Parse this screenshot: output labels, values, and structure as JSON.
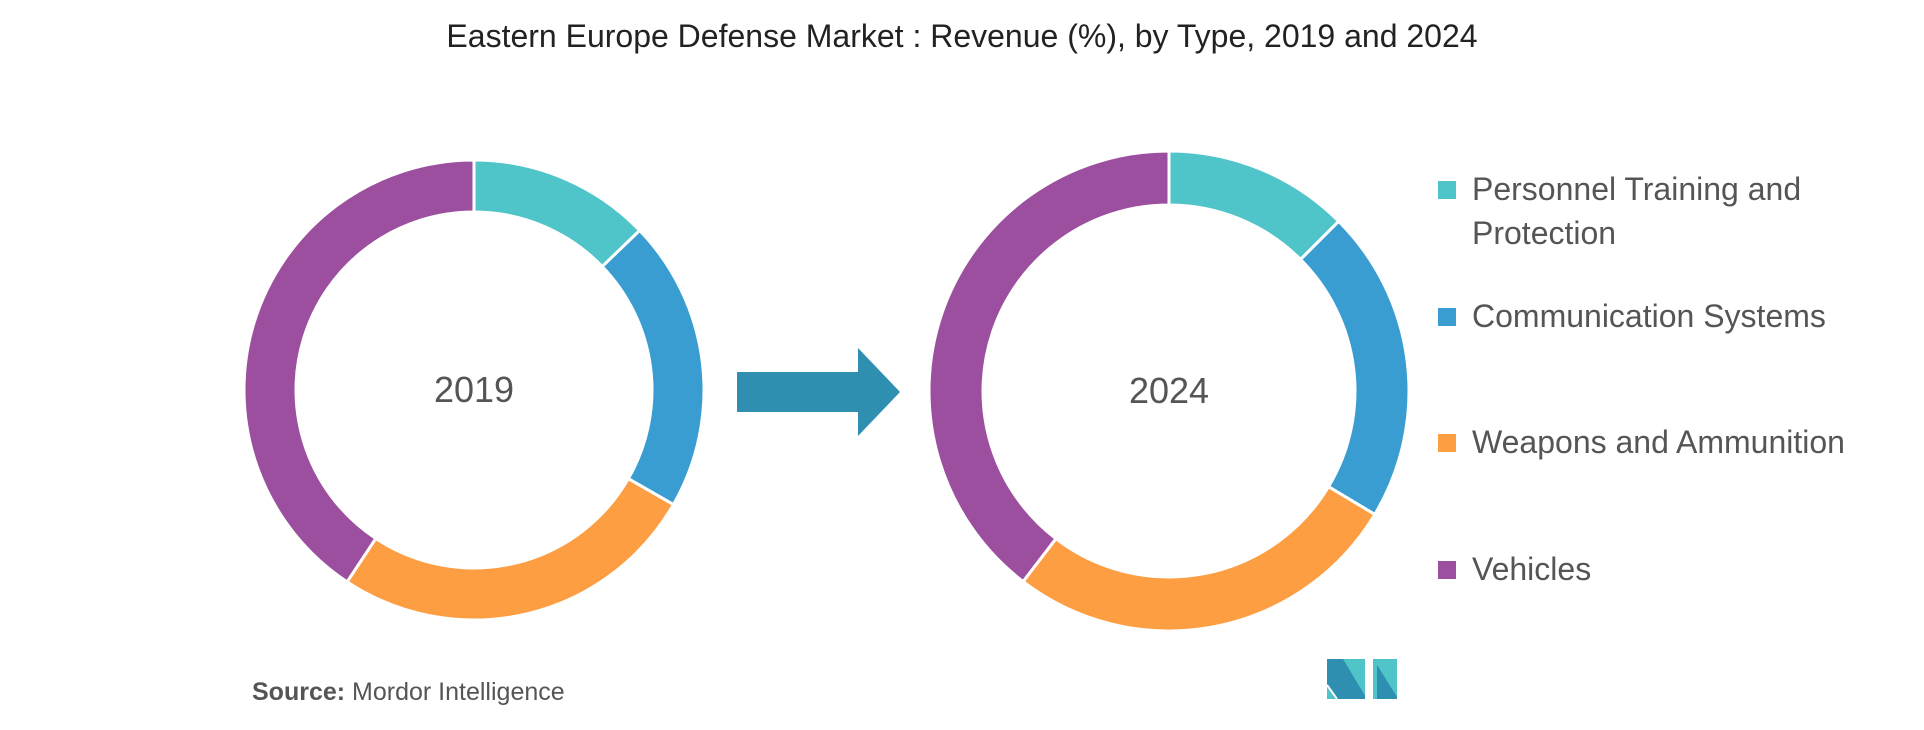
{
  "chart_data": [
    {
      "type": "pie",
      "title": "Eastern Europe Defense Market : Revenue (%), by Type, 2019 and 2024",
      "center_label": "2019",
      "categories": [
        "Personnel Training and Protection",
        "Communication Systems",
        "Weapons and Ammunition",
        "Vehicles"
      ],
      "values": [
        12.8,
        20.5,
        26.0,
        40.7
      ],
      "colors": [
        "#4fc4c9",
        "#3a9dd1",
        "#fd9e43",
        "#9b4f9e"
      ]
    },
    {
      "type": "pie",
      "title": "Eastern Europe Defense Market : Revenue (%), by Type, 2019 and 2024",
      "center_label": "2024",
      "categories": [
        "Personnel Training and Protection",
        "Communication Systems",
        "Weapons and Ammunition",
        "Vehicles"
      ],
      "values": [
        12.5,
        21.1,
        26.8,
        39.6
      ],
      "colors": [
        "#4fc4c9",
        "#3a9dd1",
        "#fd9e43",
        "#9b4f9e"
      ]
    }
  ],
  "title": "Eastern Europe Defense Market : Revenue (%), by Type, 2019 and 2024",
  "legend": [
    {
      "label_line1": "Personnel Training and",
      "label_line2": "Protection",
      "color": "#4fc4c9"
    },
    {
      "label_line1": "Communication Systems",
      "color": "#3a9dd1"
    },
    {
      "label_line1": "Weapons and Ammunition",
      "color": "#fd9e43"
    },
    {
      "label_line1": "Vehicles",
      "color": "#9b4f9e"
    }
  ],
  "source": {
    "label": "Source:",
    "text": "Mordor Intelligence"
  },
  "arrow_color": "#2e8fb0"
}
